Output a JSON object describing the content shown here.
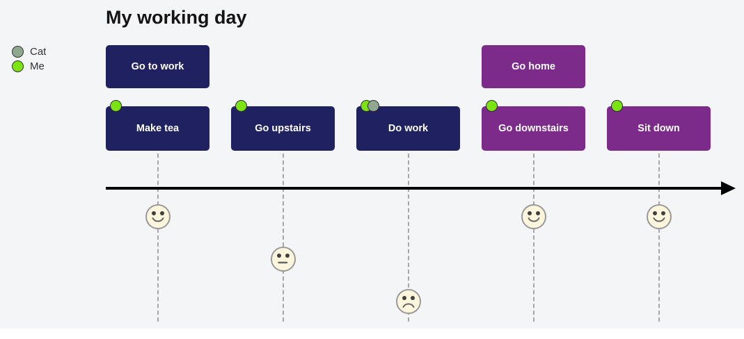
{
  "title": "My working day",
  "legend": {
    "items": [
      {
        "label": "Cat",
        "color": "#90a890"
      },
      {
        "label": "Me",
        "color": "#7ce312"
      }
    ]
  },
  "sections": [
    {
      "label": "Go to work",
      "color": "#1f2161"
    },
    {
      "label": "Go home",
      "color": "#7c2b8a"
    }
  ],
  "tasks": [
    {
      "label": "Make tea",
      "section": "Go to work",
      "actors": [
        "Me"
      ],
      "mood": "happy"
    },
    {
      "label": "Go upstairs",
      "section": "Go to work",
      "actors": [
        "Me"
      ],
      "mood": "neutral"
    },
    {
      "label": "Do work",
      "section": "Go to work",
      "actors": [
        "Me",
        "Cat"
      ],
      "mood": "sad"
    },
    {
      "label": "Go downstairs",
      "section": "Go home",
      "actors": [
        "Me"
      ],
      "mood": "happy"
    },
    {
      "label": "Sit down",
      "section": "Go home",
      "actors": [
        "Me"
      ],
      "mood": "happy"
    }
  ],
  "colors": {
    "background": "#f4f5f7",
    "section_go_to_work": "#1f2161",
    "section_go_home": "#7c2b8a",
    "actor_me": "#7ce312",
    "actor_cat": "#90a890",
    "face_fill": "#fdf5dc",
    "face_stroke": "#999999",
    "axis": "#000000",
    "gridline": "#a7a7a7",
    "task_text": "#ffffff"
  }
}
